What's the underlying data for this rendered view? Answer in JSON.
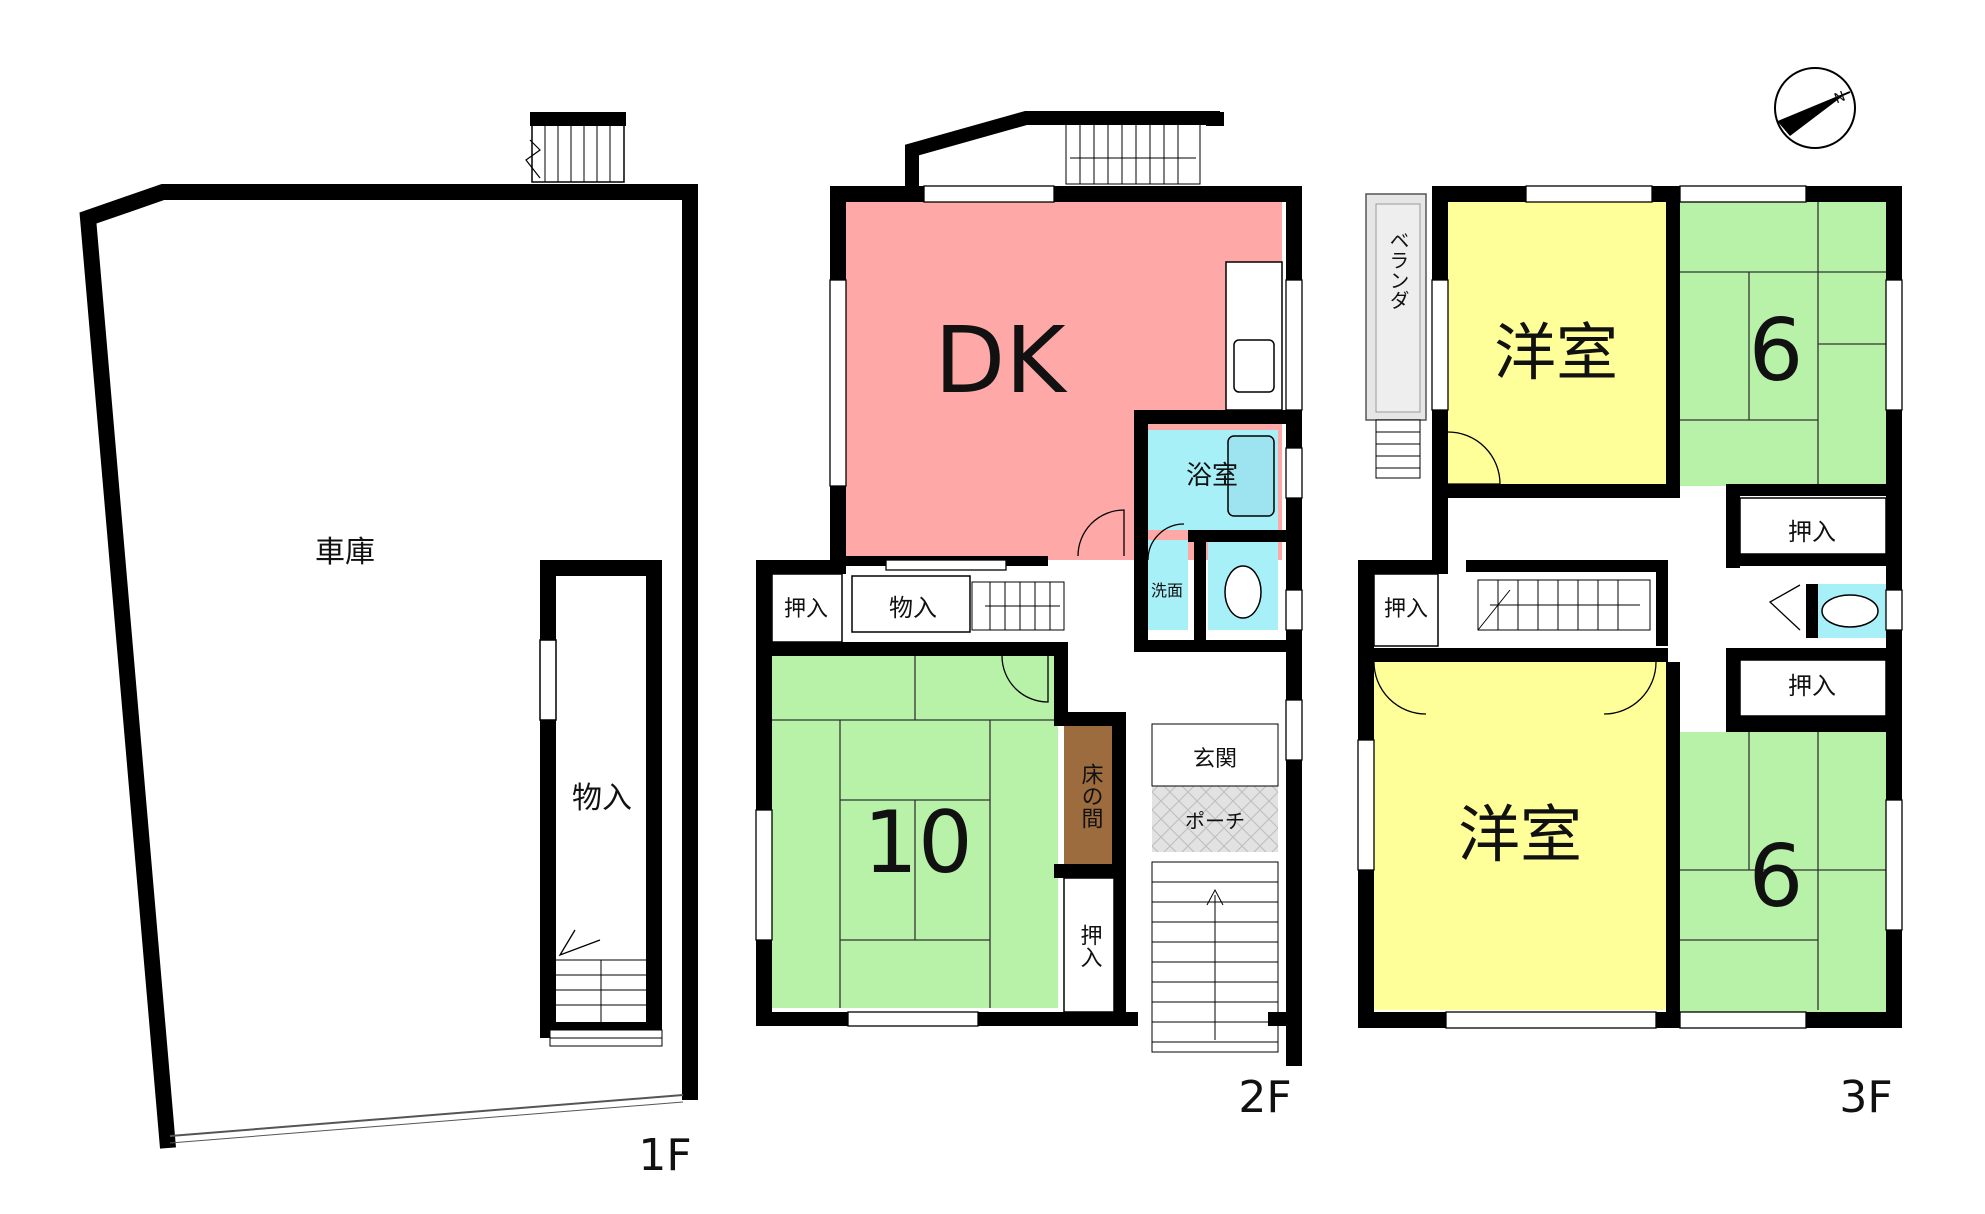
{
  "floors": {
    "f1": {
      "label": "1F",
      "rooms": {
        "garage": "車庫",
        "storage": "物入"
      }
    },
    "f2": {
      "label": "2F",
      "rooms": {
        "dk": "DK",
        "bath": "浴室",
        "washroom": "洗面",
        "storage": "物入",
        "closet_left": "押入",
        "tatami_10": "10",
        "tokonoma": "床の間",
        "closet_bottom": "押入",
        "entrance": "玄関",
        "porch": "ポーチ"
      }
    },
    "f3": {
      "label": "3F",
      "rooms": {
        "veranda": "ベランダ",
        "western_top": "洋室",
        "tatami_6_top": "6",
        "closet_right_top": "押入",
        "closet_left": "押入",
        "closet_right_mid": "押入",
        "western_bottom": "洋室",
        "tatami_6_bottom": "6"
      }
    }
  },
  "compass": {
    "north_label": "N"
  },
  "colors": {
    "wall": "#000000",
    "dk": "#FFA8A8",
    "tatami": "#B8F2A8",
    "western": "#FFFF99",
    "wet_area": "#A8F0F8",
    "tokonoma": "#9C6B3E",
    "porch": "#D8D8D8"
  }
}
